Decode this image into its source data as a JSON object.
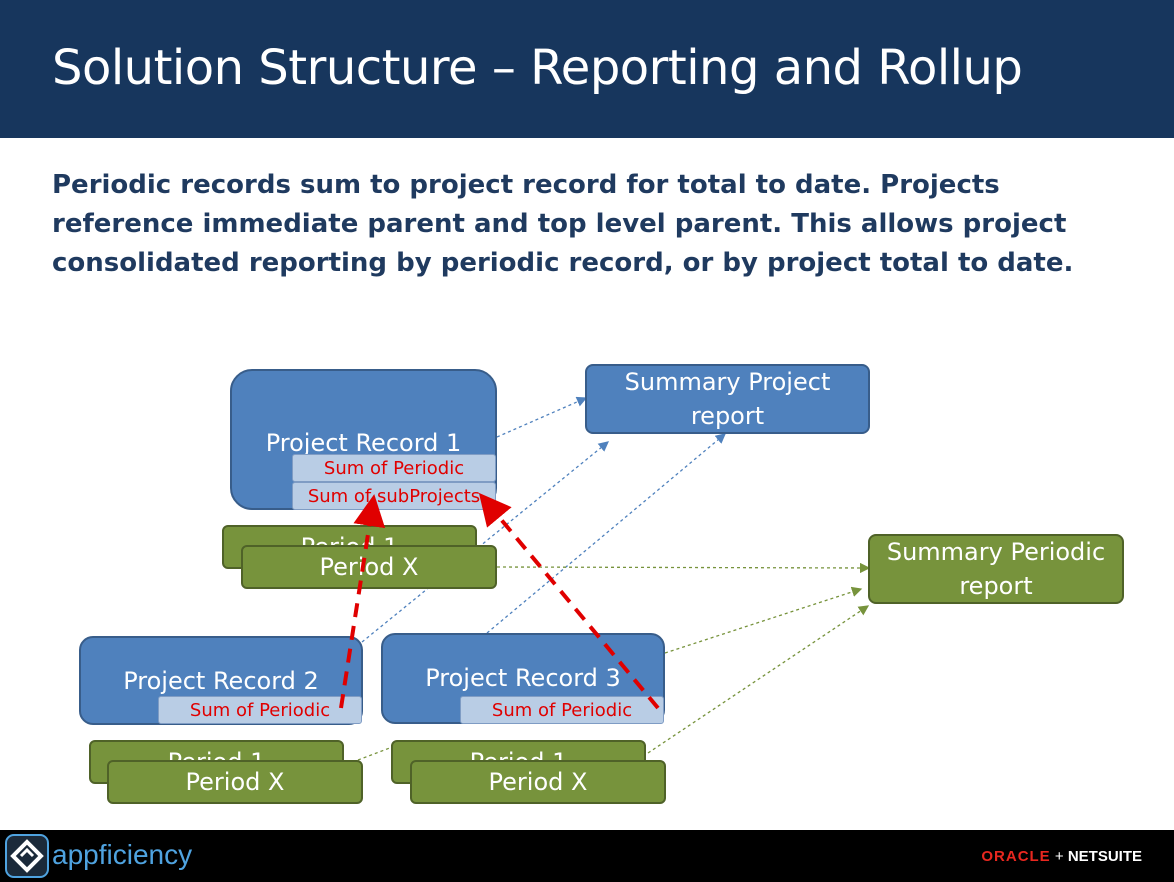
{
  "title": "Solution Structure – Reporting and Rollup",
  "body": "Periodic records sum to project record for total to date.  Projects reference immediate parent and top level parent.  This allows project consolidated reporting by periodic record, or by project total to date.",
  "diagram": {
    "project1": {
      "label": "Project Record 1",
      "tag_periodic": "Sum of Periodic",
      "tag_sub": "Sum of subProjects"
    },
    "project2": {
      "label": "Project Record 2",
      "tag_periodic": "Sum of Periodic"
    },
    "project3": {
      "label": "Project Record 3",
      "tag_periodic": "Sum of Periodic"
    },
    "period_1": "Period 1",
    "period_x": "Period X",
    "summary_project": "Summary Project report",
    "summary_periodic": "Summary Periodic report"
  },
  "footer": {
    "logo": "appficiency",
    "oracle": "ORACLE",
    "plus": "+",
    "netsuite": "NETSUITE"
  },
  "colors": {
    "title_bar": "#17365d",
    "project_box": "#4f81bd",
    "period_box": "#77933c",
    "rollup_arrow": "#e00000"
  }
}
